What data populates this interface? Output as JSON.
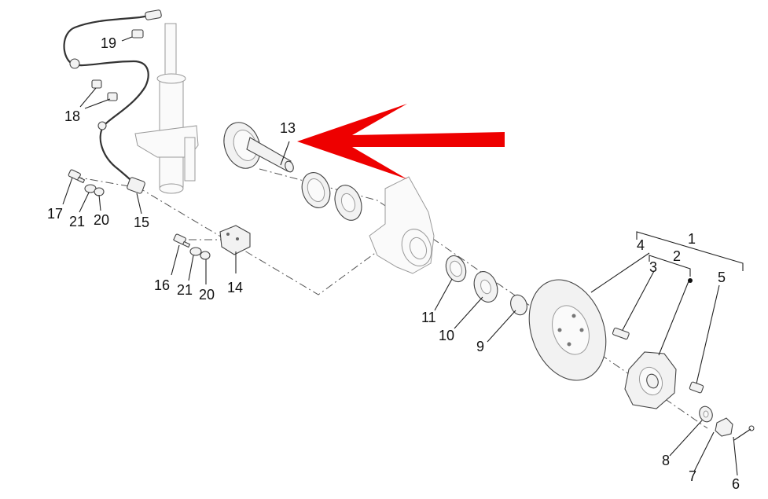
{
  "diagram": {
    "callouts": [
      {
        "id": "c1",
        "text": "1"
      },
      {
        "id": "c2",
        "text": "2"
      },
      {
        "id": "c3",
        "text": "3"
      },
      {
        "id": "c4",
        "text": "4"
      },
      {
        "id": "c5",
        "text": "5"
      },
      {
        "id": "c6",
        "text": "6"
      },
      {
        "id": "c7",
        "text": "7"
      },
      {
        "id": "c8",
        "text": "8"
      },
      {
        "id": "c9",
        "text": "9"
      },
      {
        "id": "c10",
        "text": "10"
      },
      {
        "id": "c11",
        "text": "11"
      },
      {
        "id": "c13",
        "text": "13"
      },
      {
        "id": "c14",
        "text": "14"
      },
      {
        "id": "c15",
        "text": "15"
      },
      {
        "id": "c16",
        "text": "16"
      },
      {
        "id": "c17",
        "text": "17"
      },
      {
        "id": "c18",
        "text": "18"
      },
      {
        "id": "c19",
        "text": "19"
      },
      {
        "id": "c20a",
        "text": "20"
      },
      {
        "id": "c20b",
        "text": "20"
      },
      {
        "id": "c21a",
        "text": "21"
      },
      {
        "id": "c21b",
        "text": "21"
      }
    ],
    "highlight_arrow_color": "#ee0000",
    "line_color": "#222222"
  }
}
